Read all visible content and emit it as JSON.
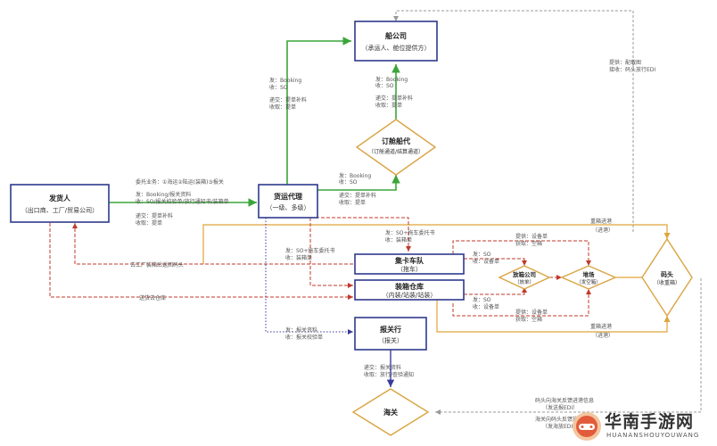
{
  "nodes": {
    "shipper": {
      "title": "发货人",
      "sub": "（出口商、工厂/贸易公司）"
    },
    "forwarder": {
      "title": "货运代理",
      "sub": "（一级、多级）"
    },
    "carrier": {
      "title": "船公司",
      "sub": "（承运人、舱位提供方）"
    },
    "booking_agent": {
      "title": "订舱船代",
      "sub": "（订舱通道/结算通道）"
    },
    "trucking": {
      "title": "集卡车队",
      "sub": "（拖车）"
    },
    "warehouse": {
      "title": "装箱仓库",
      "sub": "（内装/站装/站装）"
    },
    "customs_broker": {
      "title": "报关行",
      "sub": "（报关）"
    },
    "customs": {
      "title": "海关"
    },
    "box_company": {
      "title": "放箱公司",
      "sub": "（放单）"
    },
    "yard": {
      "title": "堆场",
      "sub": "（发空箱）"
    },
    "terminal": {
      "title": "码头",
      "sub": "（收重箱）"
    }
  },
  "labels": {
    "fwd_to_carrier_send": "发：Booking",
    "fwd_to_carrier_recv": "收：SO",
    "fwd_to_carrier_submit": "递交：提单补料",
    "fwd_to_carrier_get": "收取：提单",
    "agent_to_carrier_send": "发：Booking",
    "agent_to_carrier_recv": "收：SO",
    "agent_to_carrier_submit": "递交：提单补料",
    "agent_to_carrier_get": "收取：提单",
    "fwd_to_agent_send": "发：Booking",
    "fwd_to_agent_recv": "收：SO",
    "fwd_to_agent_submit": "递交：提单补料",
    "fwd_to_agent_get": "收取：提单",
    "shipper_entrust": "委托业务：①海运②陆运(装箱)③报关",
    "shipper_send": "发：Booking/报关资料",
    "shipper_recv": "收：SO/报关校验单/放行通知书/装箱单",
    "shipper_submit": "递交：提单补料",
    "shipper_get": "收取：提单",
    "fwd_to_truck_send": "发：SO+拖车委托书",
    "fwd_to_truck_recv": "收：装箱单",
    "fwd_to_wh_send": "发：SO+拖车委托书",
    "fwd_to_wh_recv": "收：装箱单",
    "fwd_to_broker_send": "发：报关资料",
    "fwd_to_broker_recv": "收：报关校验单",
    "broker_to_customs_submit": "递交：报关资料",
    "broker_to_customs_get": "收取：放行/查验通知",
    "yard_provide_top": "提供：设备单",
    "yard_get_top": "获取：空箱",
    "yard_provide_bottom": "提供：设备单",
    "yard_get_bottom": "获取：空箱",
    "truck_to_box_send": "发：SO",
    "truck_to_box_recv": "收：设备单",
    "wh_to_box_send": "发：SO",
    "wh_to_box_recv": "收：设备单",
    "heavy_in_top": "重箱进港",
    "heavy_in_top_sub": "（进港）",
    "heavy_in_bottom": "重箱进港",
    "heavy_in_bottom_sub": "（进港）",
    "terminal_provide": "提供：配载图",
    "terminal_recv": "接收：码头放行EDI",
    "to_factory": "去工厂装箱后返回码头",
    "to_warehouse": "送货去仓库",
    "customs_feedback_1": "码头向海关反馈进港信息",
    "customs_feedback_1_sub": "（发送报EDI）",
    "customs_feedback_2": "海关向码头反馈放行信息",
    "customs_feedback_2_sub": "（发海放EDI）"
  },
  "watermark": {
    "cn": "华南手游网",
    "en": "HUANANSHOUYOUWANG"
  },
  "colors": {
    "node_border": "#2e3a8c",
    "diamond_border": "#d9a441",
    "green": "#3aa53a",
    "red": "#c0392b",
    "orange": "#e0a43a",
    "purple": "#3a3a9c",
    "gray": "#999999"
  }
}
